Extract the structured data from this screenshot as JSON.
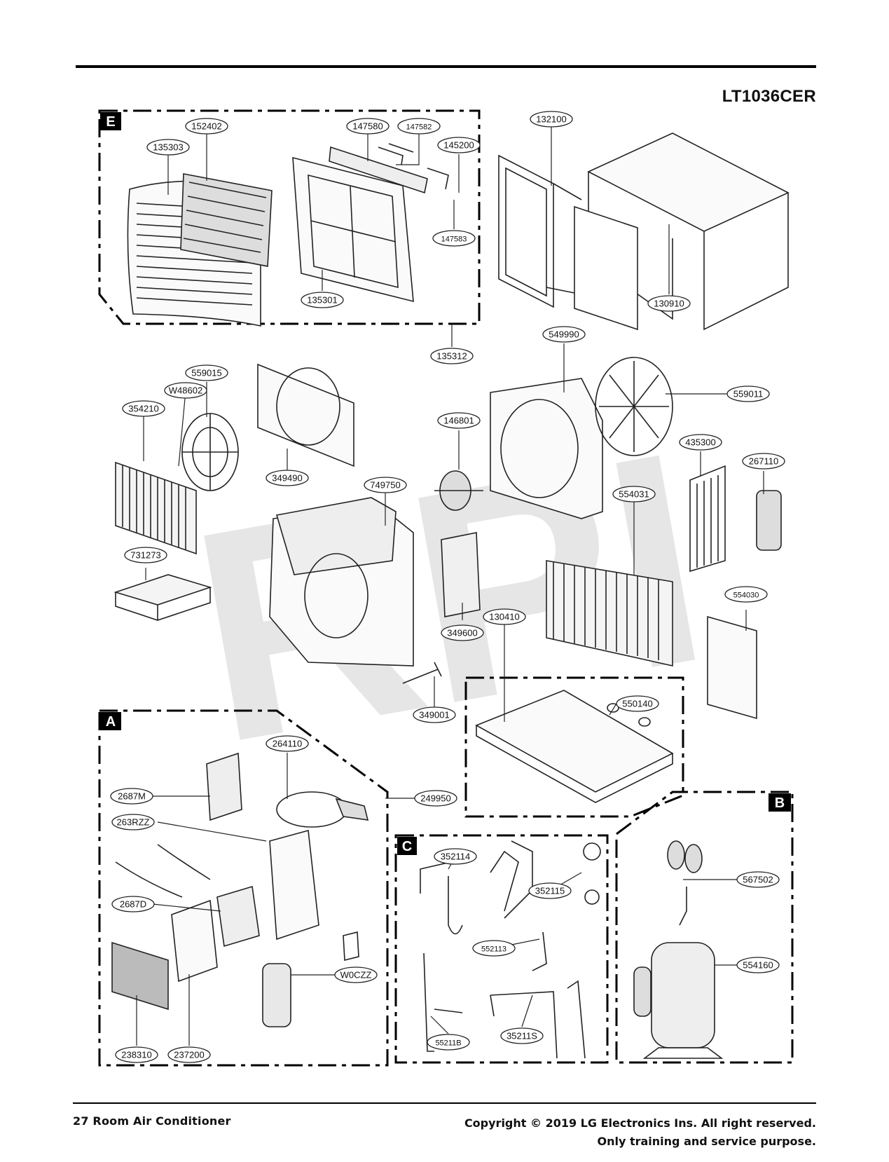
{
  "header": {
    "model": "LT1036CER"
  },
  "watermark": "RPI",
  "sections": [
    {
      "id": "E",
      "label": "E"
    },
    {
      "id": "A",
      "label": "A"
    },
    {
      "id": "C",
      "label": "C"
    },
    {
      "id": "B",
      "label": "B"
    }
  ],
  "parts": [
    {
      "id": "p152402",
      "label": "152402"
    },
    {
      "id": "p135303",
      "label": "135303"
    },
    {
      "id": "p147580",
      "label": "147580"
    },
    {
      "id": "p147582",
      "label": "147582"
    },
    {
      "id": "p145200",
      "label": "145200"
    },
    {
      "id": "p147583",
      "label": "147583"
    },
    {
      "id": "p135301",
      "label": "135301"
    },
    {
      "id": "p135312",
      "label": "135312"
    },
    {
      "id": "p132100",
      "label": "132100"
    },
    {
      "id": "p130910",
      "label": "130910"
    },
    {
      "id": "p549990",
      "label": "549990"
    },
    {
      "id": "p559011",
      "label": "559011"
    },
    {
      "id": "p559015",
      "label": "559015"
    },
    {
      "id": "pW48602",
      "label": "W48602"
    },
    {
      "id": "p354210",
      "label": "354210"
    },
    {
      "id": "p349490",
      "label": "349490"
    },
    {
      "id": "p146801",
      "label": "146801"
    },
    {
      "id": "p749750",
      "label": "749750"
    },
    {
      "id": "p435300",
      "label": "435300"
    },
    {
      "id": "p267110",
      "label": "267110"
    },
    {
      "id": "p554031",
      "label": "554031"
    },
    {
      "id": "p731273",
      "label": "731273"
    },
    {
      "id": "p130410",
      "label": "130410"
    },
    {
      "id": "p554030",
      "label": "554030"
    },
    {
      "id": "p349600",
      "label": "349600"
    },
    {
      "id": "p349001",
      "label": "349001"
    },
    {
      "id": "p550140",
      "label": "550140"
    },
    {
      "id": "p264110",
      "label": "264110"
    },
    {
      "id": "p2687M",
      "label": "2687M"
    },
    {
      "id": "p249950",
      "label": "249950"
    },
    {
      "id": "p263RZZ",
      "label": "263RZZ"
    },
    {
      "id": "p2687D",
      "label": "2687D"
    },
    {
      "id": "pW0CZZ",
      "label": "W0CZZ"
    },
    {
      "id": "p238310",
      "label": "238310"
    },
    {
      "id": "p237200",
      "label": "237200"
    },
    {
      "id": "p352114",
      "label": "352114"
    },
    {
      "id": "p352115",
      "label": "352115"
    },
    {
      "id": "p552113",
      "label": "552113"
    },
    {
      "id": "p35211S",
      "label": "35211S"
    },
    {
      "id": "p55211B",
      "label": "55211B"
    },
    {
      "id": "p567502",
      "label": "567502"
    },
    {
      "id": "p554160",
      "label": "554160"
    }
  ],
  "footer": {
    "page": "27  Room  Air Conditioner",
    "copyright": "Copyright © 2019 LG Electronics  Ins.  All right reserved.",
    "notice": "Only training and service  purpose."
  }
}
